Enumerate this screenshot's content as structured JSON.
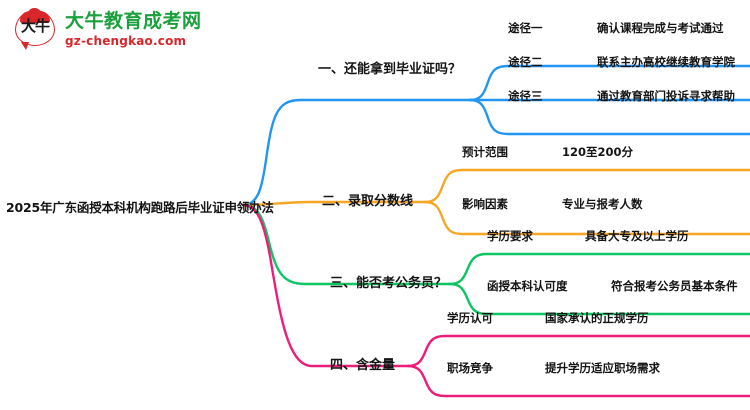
{
  "logo": {
    "mark_glyph": "大牛",
    "title": "大牛教育成考网",
    "domain": "gz-chengkao.com"
  },
  "mindmap": {
    "root": {
      "label": "2025年广东函授本科机构跑路后毕业证申领办法"
    },
    "colors": {
      "branch1": "#2196f3",
      "branch2": "#f5a623",
      "branch3": "#0ec463",
      "branch4": "#ed1e79"
    },
    "branches": [
      {
        "id": "branch1",
        "label": "一、还能拿到毕业证吗？",
        "color": "#2196f3",
        "children": [
          {
            "label": "途径一",
            "detail": "确认课程完成与考试通过"
          },
          {
            "label": "途径二",
            "detail": "联系主办高校继续教育学院"
          },
          {
            "label": "途径三",
            "detail": "通过教育部门投诉寻求帮助"
          }
        ]
      },
      {
        "id": "branch2",
        "label": "二、录取分数线",
        "color": "#f5a623",
        "children": [
          {
            "label": "预计范围",
            "detail": "120至200分"
          },
          {
            "label": "影响因素",
            "detail": "专业与报考人数"
          }
        ]
      },
      {
        "id": "branch3",
        "label": "三、能否考公务员？",
        "color": "#0ec463",
        "children": [
          {
            "label": "学历要求",
            "detail": "具备大专及以上学历"
          },
          {
            "label": "函授本科认可度",
            "detail": "符合报考公务员基本条件"
          }
        ]
      },
      {
        "id": "branch4",
        "label": "四、含金量",
        "color": "#ed1e79",
        "children": [
          {
            "label": "学历认可",
            "detail": "国家承认的正规学历"
          },
          {
            "label": "职场竞争",
            "detail": "提升学历适应职场需求"
          }
        ]
      }
    ]
  }
}
